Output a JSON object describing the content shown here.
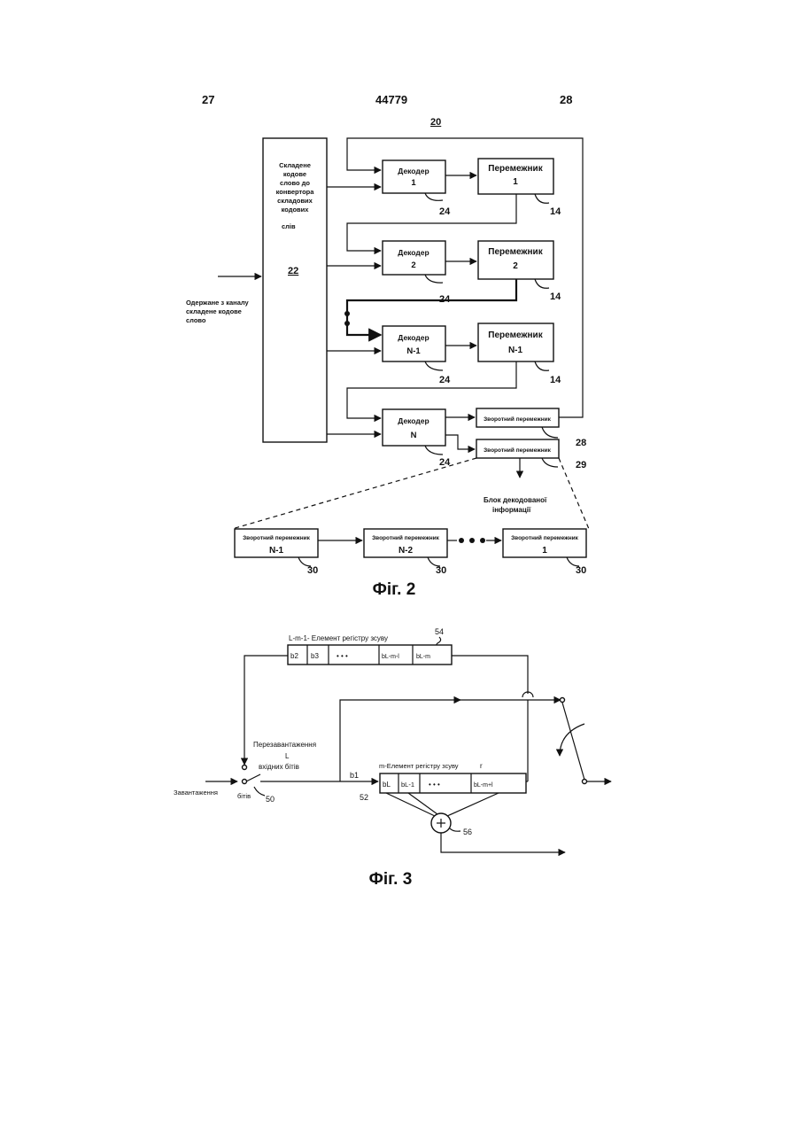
{
  "header": {
    "left": "27",
    "center": "44779",
    "right": "28"
  },
  "fig2": {
    "label_20": "20",
    "big_box": {
      "lines": [
        "Складене",
        "кодове",
        "слово до",
        "конвертора",
        "складових",
        "кодових",
        "слів"
      ],
      "num": "22"
    },
    "input_label": [
      "Одержане з каналу",
      "складене кодове",
      "слово"
    ],
    "decoders": [
      {
        "name": "Декодер",
        "idx": "1",
        "ref": "24"
      },
      {
        "name": "Декодер",
        "idx": "2",
        "ref": "24"
      },
      {
        "name": "Декодер",
        "idx": "N-1",
        "ref": "24"
      },
      {
        "name": "Декодер",
        "idx": "N",
        "ref": "24"
      }
    ],
    "interleavers": [
      {
        "name": "Перемежник",
        "idx": "1",
        "ref": "14"
      },
      {
        "name": "Перемежник",
        "idx": "2",
        "ref": "14"
      },
      {
        "name": "Перемежник",
        "idx": "N-1",
        "ref": "14"
      }
    ],
    "deinterleaver_top": {
      "name": "Зворотний перемежник",
      "ref": "28"
    },
    "deinterleaver_bottom": {
      "name": "Зворотний перемежник",
      "ref": "29"
    },
    "output_label": [
      "Блок декодованої",
      "інформації"
    ],
    "chain": [
      {
        "name": "Зворотний перемежник",
        "idx": "N-1",
        "ref": "30"
      },
      {
        "name": "Зворотний перемежник",
        "idx": "N-2",
        "ref": "30"
      },
      {
        "name": "Зворотний перемежник",
        "idx": "1",
        "ref": "30"
      }
    ],
    "caption": "Фіг. 2"
  },
  "fig3": {
    "top_register_label": "L-m-1- Елемент регістру зсуву",
    "top_ref": "54",
    "top_cells": [
      "b2",
      "b3",
      "• • •",
      "bL-m-l",
      "bL-m"
    ],
    "reload_label": [
      "Перезавантаження",
      "L",
      "вхідних бітів"
    ],
    "b1_label": "b1",
    "bottom_register_label": "m-Елемент регістру зсуву",
    "r_label": "r",
    "bottom_cells": [
      "bL",
      "bL-1",
      "• • •",
      "bL-m+l"
    ],
    "ref_52": "52",
    "ref_56": "56",
    "load_label": "Завантаження",
    "bits_label": "бітів",
    "ref_50": "50",
    "caption": "Фіг. 3"
  }
}
